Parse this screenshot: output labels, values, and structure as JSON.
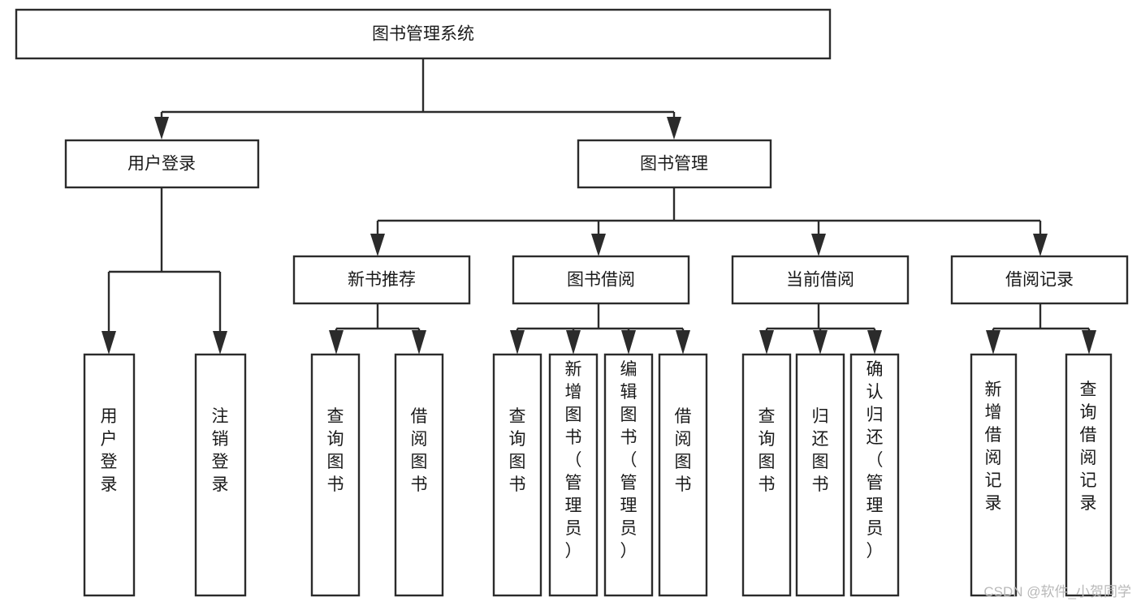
{
  "diagram": {
    "title": "图书管理系统",
    "type": "hierarchy-tree",
    "root": {
      "id": "root",
      "label": "图书管理系统",
      "orientation": "horizontal"
    },
    "level1": [
      {
        "id": "user-login",
        "label": "用户登录",
        "orientation": "horizontal"
      },
      {
        "id": "book-manage",
        "label": "图书管理",
        "orientation": "horizontal"
      }
    ],
    "level2": [
      {
        "id": "new-book-recommend",
        "label": "新书推荐",
        "parent": "book-manage",
        "orientation": "horizontal"
      },
      {
        "id": "book-borrow",
        "label": "图书借阅",
        "parent": "book-manage",
        "orientation": "horizontal"
      },
      {
        "id": "current-borrow",
        "label": "当前借阅",
        "parent": "book-manage",
        "orientation": "horizontal"
      },
      {
        "id": "borrow-record",
        "label": "借阅记录",
        "parent": "book-manage",
        "orientation": "horizontal"
      }
    ],
    "leaves": [
      {
        "id": "leaf-user-login",
        "label": "用户登录",
        "parent": "user-login",
        "orientation": "vertical"
      },
      {
        "id": "leaf-logout-login",
        "label": "注销登录",
        "parent": "user-login",
        "orientation": "vertical"
      },
      {
        "id": "leaf-query-book-1",
        "label": "查询图书",
        "parent": "new-book-recommend",
        "orientation": "vertical"
      },
      {
        "id": "leaf-borrow-book-1",
        "label": "借阅图书",
        "parent": "new-book-recommend",
        "orientation": "vertical"
      },
      {
        "id": "leaf-query-book-2",
        "label": "查询图书",
        "parent": "book-borrow",
        "orientation": "vertical"
      },
      {
        "id": "leaf-add-book",
        "label": "新增图书（管理员）",
        "parent": "book-borrow",
        "orientation": "vertical"
      },
      {
        "id": "leaf-edit-book",
        "label": "编辑图书（管理员）",
        "parent": "book-borrow",
        "orientation": "vertical"
      },
      {
        "id": "leaf-borrow-book-2",
        "label": "借阅图书",
        "parent": "book-borrow",
        "orientation": "vertical"
      },
      {
        "id": "leaf-query-book-3",
        "label": "查询图书",
        "parent": "current-borrow",
        "orientation": "vertical"
      },
      {
        "id": "leaf-return-book",
        "label": "归还图书",
        "parent": "current-borrow",
        "orientation": "vertical"
      },
      {
        "id": "leaf-confirm-return",
        "label": "确认归还（管理员）",
        "parent": "current-borrow",
        "orientation": "vertical"
      },
      {
        "id": "leaf-add-record",
        "label": "新增借阅记录",
        "parent": "borrow-record",
        "orientation": "vertical"
      },
      {
        "id": "leaf-query-record",
        "label": "查询借阅记录",
        "parent": "borrow-record",
        "orientation": "vertical"
      }
    ],
    "watermark": "CSDN @软件_小贺同学",
    "colors": {
      "stroke": "#2b2b2b",
      "fill": "#ffffff",
      "text": "#1a1a1a",
      "watermark": "#b9b9b9"
    }
  }
}
